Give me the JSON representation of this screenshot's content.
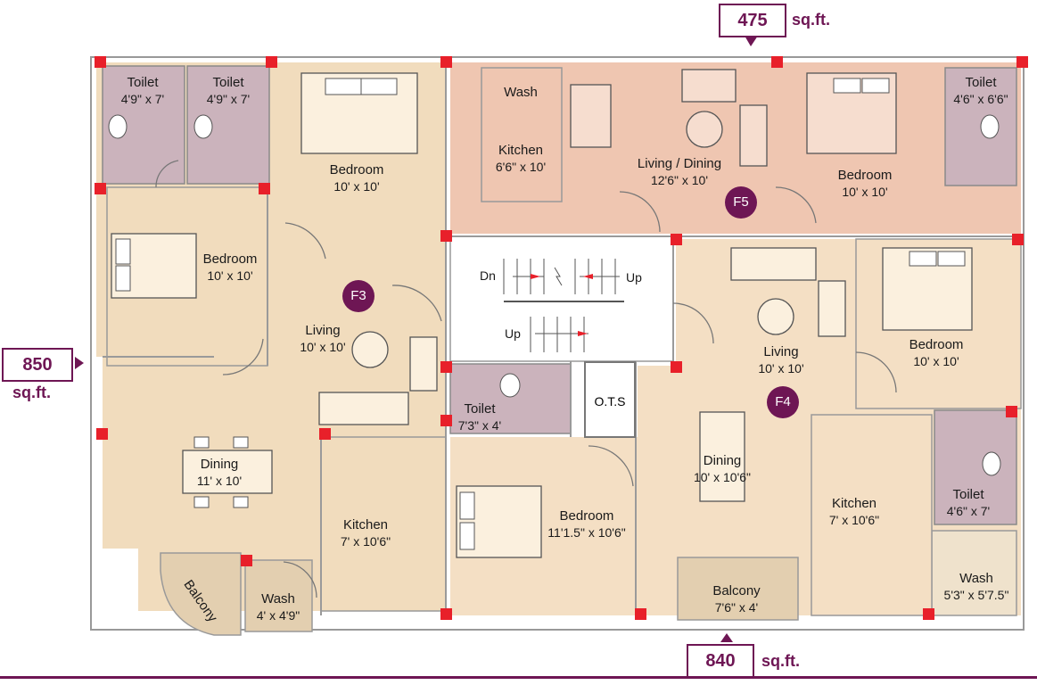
{
  "flats": [
    {
      "id": "F3",
      "area": "850",
      "unit": "sq.ft."
    },
    {
      "id": "F5",
      "area": "475",
      "unit": "sq.ft."
    },
    {
      "id": "F4",
      "area": "840",
      "unit": "sq.ft."
    }
  ],
  "rooms": {
    "f3_toilet1": {
      "name": "Toilet",
      "dims": "4'9\" x 7'"
    },
    "f3_toilet2": {
      "name": "Toilet",
      "dims": "4'9\" x 7'"
    },
    "f3_bedroom_top": {
      "name": "Bedroom",
      "dims": "10' x 10'"
    },
    "f3_bedroom_left": {
      "name": "Bedroom",
      "dims": "10' x 10'"
    },
    "f3_living": {
      "name": "Living",
      "dims": "10' x 10'"
    },
    "f3_dining": {
      "name": "Dining",
      "dims": "11' x 10'"
    },
    "f3_kitchen": {
      "name": "Kitchen",
      "dims": "7'  x 10'6\""
    },
    "f3_balcony": {
      "name": "Balcony",
      "dims": ""
    },
    "f3_wash": {
      "name": "Wash",
      "dims": "4' x 4'9\""
    },
    "f5_wash": {
      "name": "Wash",
      "dims": ""
    },
    "f5_kitchen": {
      "name": "Kitchen",
      "dims": "6'6\" x 10'"
    },
    "f5_living": {
      "name": "Living / Dining",
      "dims": "12'6\" x 10'"
    },
    "f5_bedroom": {
      "name": "Bedroom",
      "dims": "10' x 10'"
    },
    "f5_toilet": {
      "name": "Toilet",
      "dims": "4'6\" x 6'6\""
    },
    "f4_living": {
      "name": "Living",
      "dims": "10' x 10'"
    },
    "f4_bedroom_right": {
      "name": "Bedroom",
      "dims": "10' x 10'"
    },
    "f4_dining": {
      "name": "Dining",
      "dims": "10' x 10'6\""
    },
    "f4_kitchen": {
      "name": "Kitchen",
      "dims": "7' x 10'6\""
    },
    "f4_toilet": {
      "name": "Toilet",
      "dims": "4'6\" x 7'"
    },
    "f4_wash": {
      "name": "Wash",
      "dims": "5'3\" x 5'7.5\""
    },
    "f4_balcony": {
      "name": "Balcony",
      "dims": "7'6\" x 4'"
    },
    "f4_bedroom_bottom": {
      "name": "Bedroom",
      "dims": "11'1.5\" x 10'6\""
    },
    "common_toilet": {
      "name": "Toilet",
      "dims": "7'3\" x 4'"
    }
  },
  "stairs": {
    "dn": "Dn",
    "up_top": "Up",
    "up_bottom": "Up"
  },
  "ots": "O.T.S",
  "colors": {
    "f3_fill": "#f1dcbd",
    "f4_fill": "#f4dfc4",
    "f5_fill": "#efc6b1",
    "toilet_fill": "#cbb3bc",
    "accent": "#6e1654",
    "column": "#e8202a"
  }
}
